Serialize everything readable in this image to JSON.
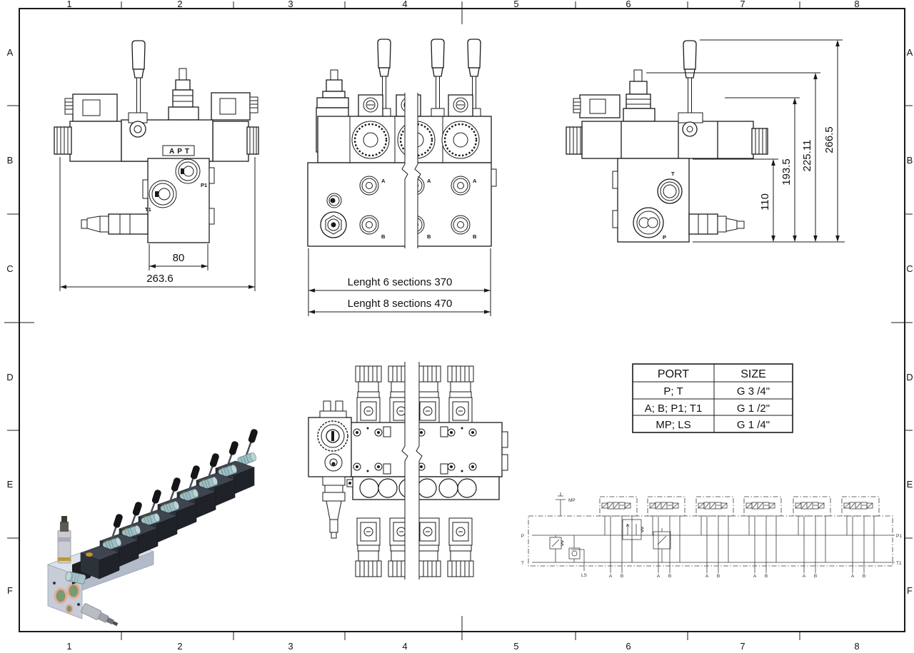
{
  "sheet": {
    "grid_columns": [
      "1",
      "2",
      "3",
      "4",
      "5",
      "6",
      "7",
      "8"
    ],
    "grid_rows": [
      "A",
      "B",
      "C",
      "D",
      "E",
      "F"
    ],
    "background": "#ffffff",
    "line_color": "#1a1a1a"
  },
  "views": {
    "side_left": {
      "tag": "APT",
      "port_t1": "T1",
      "port_p1": "P1",
      "dim_block_width": "80",
      "dim_overall_width": "263.6"
    },
    "front": {
      "dim_six": "Lenght 6 sections 370",
      "dim_eight": "Lenght 8 sections 470"
    },
    "side_right": {
      "port_t": "T",
      "port_p": "P",
      "dim_110": "110",
      "dim_1935": "193.5",
      "dim_22511": "225.11",
      "dim_2665": "266.5"
    }
  },
  "labels": {
    "a": "A",
    "b": "B"
  },
  "table": {
    "headers": [
      "PORT",
      "SIZE"
    ],
    "rows": [
      [
        "P; T",
        "G 3 /4\""
      ],
      [
        "A; B; P1; T1",
        "G 1 /2\""
      ],
      [
        "MP; LS",
        "G 1 /4\""
      ]
    ]
  },
  "schematic": {
    "port_mp": "MP",
    "port_p": "P",
    "port_t": "T",
    "port_ls": "LS",
    "port_p1": "P1",
    "port_t1": "T1",
    "section_count": "6"
  },
  "render_colors": {
    "manifold": "#c6ccd8",
    "solenoid_coil": "#a8c6ca",
    "brass_cap": "#bf9834",
    "lever": "#141518",
    "port_ring": "#e8ac97",
    "port_face": "#7c9a71"
  }
}
